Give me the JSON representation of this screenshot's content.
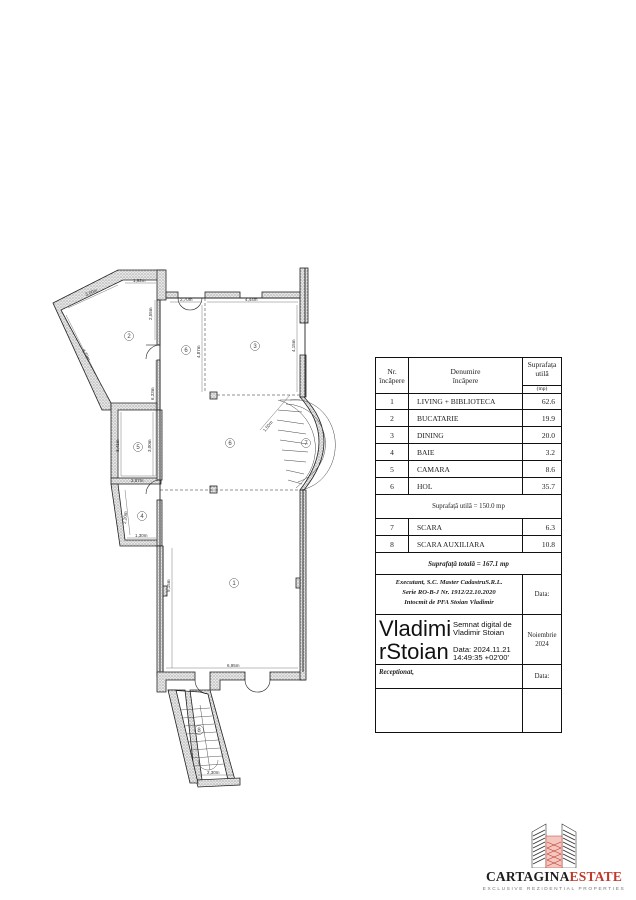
{
  "floor_plan": {
    "rooms": [
      {
        "nr": "1",
        "label_pos": "living"
      },
      {
        "nr": "2",
        "label_pos": "kitchen"
      },
      {
        "nr": "3",
        "label_pos": "dining"
      },
      {
        "nr": "4",
        "label_pos": "bath"
      },
      {
        "nr": "5",
        "label_pos": "pantry"
      },
      {
        "nr": "6",
        "label_pos": "hall"
      },
      {
        "nr": "6",
        "label_pos": "hall-upper"
      },
      {
        "nr": "7",
        "label_pos": "stairs"
      },
      {
        "nr": "8",
        "label_pos": "aux-stairs"
      }
    ],
    "dimensions": {
      "kitchen_top": "1,92m",
      "kitchen_diag_top": "3,00m",
      "kitchen_diag_side": "4,73m",
      "kitchen_right": "2,55m",
      "hall_door": "2,70m",
      "dining_top": "4,44m",
      "dining_left": "4,87m",
      "dining_right": "4,15m",
      "hall_left": "6,33m",
      "pantry_left": "3,41m",
      "pantry_right": "3,00m",
      "pantry_bottom": "2,07m",
      "bath_side": "2,20m",
      "bath_bottom": "1,30m",
      "stairs_radius": "1,50m",
      "stairs_inner": "0,80m",
      "living_left": "9,15m",
      "living_bottom": "6,95m",
      "aux_stairs_bottom": "2,30m"
    }
  },
  "table": {
    "header": {
      "nr": "Nr. încăpere",
      "nr_l1": "Nr.",
      "nr_l2": "încăpere",
      "name_l1": "Denumire",
      "name_l2": "încăpere",
      "area_l1": "Suprafața",
      "area_l2": "utilă",
      "unit": "(mp)"
    },
    "rows": [
      {
        "nr": "1",
        "name": "LIVING + BIBLIOTECA",
        "area": "62.6"
      },
      {
        "nr": "2",
        "name": "BUCATARIE",
        "area": "19.9"
      },
      {
        "nr": "3",
        "name": "DINING",
        "area": "20.0"
      },
      {
        "nr": "4",
        "name": "BAIE",
        "area": "3.2"
      },
      {
        "nr": "5",
        "name": "CAMARA",
        "area": "8.6"
      },
      {
        "nr": "6",
        "name": "HOL",
        "area": "35.7"
      }
    ],
    "subtotal": "Suprafață utilă = 150.0 mp",
    "rows2": [
      {
        "nr": "7",
        "name": "SCARA",
        "area": "6.3"
      },
      {
        "nr": "8",
        "name": "SCARA AUXILIARA",
        "area": "10.8"
      }
    ],
    "total": "Suprafață totală = 167.1 mp",
    "executant": {
      "line1": "Executant, S.C. Master CadastruS.R.L.",
      "line2": "Serie RO-B-J Nr. 1912/22.10.2020",
      "line3": "Intocmit de PFA Stoian Vladimir",
      "date_label": "Data:"
    },
    "signature": {
      "name_line1": "Vladimi",
      "name_line2": "rStoian",
      "signed_l1": "Semnat digital de",
      "signed_l2": "Vladimir Stoian",
      "date_l1": "Data: 2024.11.21",
      "date_l2": "14:49:35 +02'00'",
      "month": "Noiembrie",
      "year": "2024"
    },
    "receptionat": {
      "label": "Receptionat,",
      "date_label": "Data:"
    }
  },
  "logo": {
    "brand_part1": "CARTAGINA",
    "brand_part2": "ESTATE",
    "tagline": "EXCLUSIVE REZIDENTIAL PROPERTIES",
    "colors": {
      "dark": "#1e1e1e",
      "accent": "#c0392b"
    }
  }
}
